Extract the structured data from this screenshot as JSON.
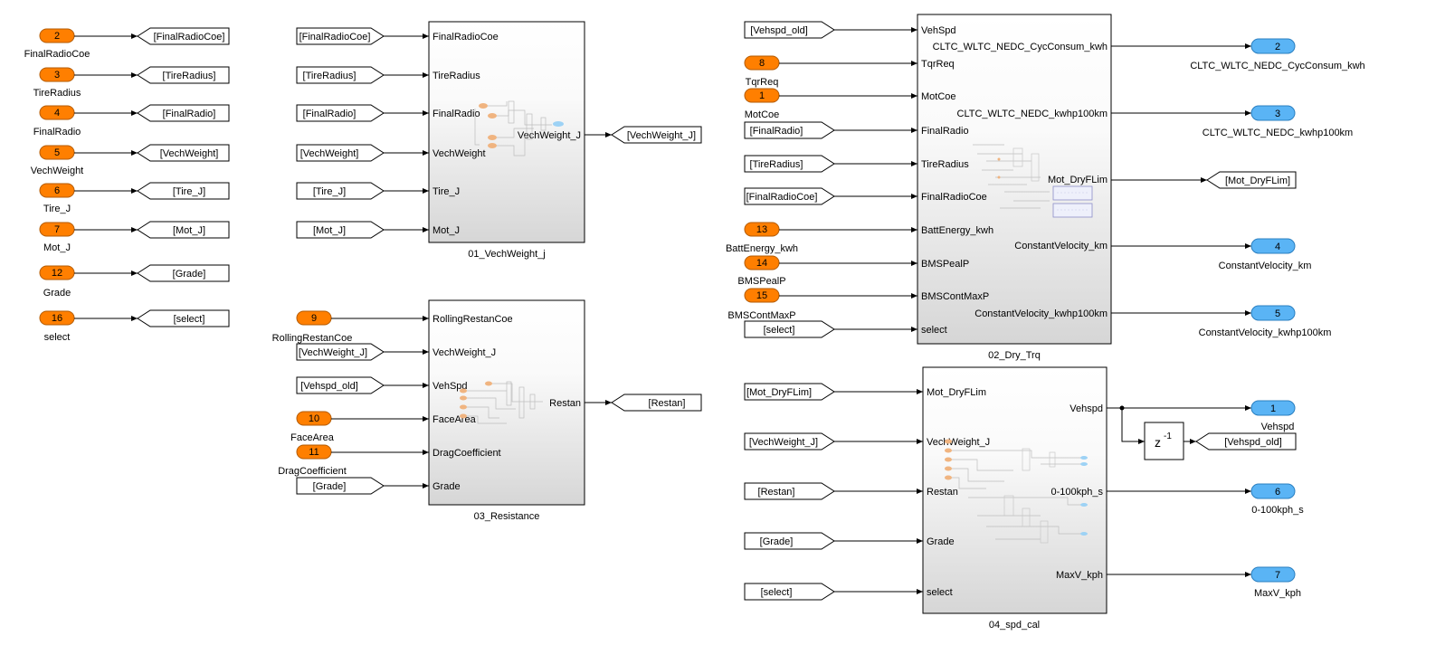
{
  "inports": [
    {
      "num": "2",
      "name": "FinalRadioCoe"
    },
    {
      "num": "3",
      "name": "TireRadius"
    },
    {
      "num": "4",
      "name": "FinalRadio"
    },
    {
      "num": "5",
      "name": "VechWeight"
    },
    {
      "num": "6",
      "name": "Tire_J"
    },
    {
      "num": "7",
      "name": "Mot_J"
    },
    {
      "num": "12",
      "name": "Grade"
    },
    {
      "num": "16",
      "name": "select"
    },
    {
      "num": "9",
      "name": "RollingRestanCoe"
    },
    {
      "num": "10",
      "name": "FaceArea"
    },
    {
      "num": "11",
      "name": "DragCoefficient"
    },
    {
      "num": "8",
      "name": "TqrReq"
    },
    {
      "num": "1",
      "name": "MotCoe"
    },
    {
      "num": "13",
      "name": "BattEnergy_kwh"
    },
    {
      "num": "14",
      "name": "BMSPealP"
    },
    {
      "num": "15",
      "name": "BMSContMaxP"
    }
  ],
  "outports": [
    {
      "num": "2",
      "name": "CLTC_WLTC_NEDC_CycConsum_kwh"
    },
    {
      "num": "3",
      "name": "CLTC_WLTC_NEDC_kwhp100km"
    },
    {
      "num": "4",
      "name": "ConstantVelocity_km"
    },
    {
      "num": "5",
      "name": "ConstantVelocity_kwhp100km"
    },
    {
      "num": "1",
      "name": "Vehspd"
    },
    {
      "num": "6",
      "name": "0-100kph_s"
    },
    {
      "num": "7",
      "name": "MaxV_kph"
    }
  ],
  "goto_tags": [
    "[FinalRadioCoe]",
    "[TireRadius]",
    "[FinalRadio]",
    "[VechWeight]",
    "[Tire_J]",
    "[Mot_J]",
    "[Grade]",
    "[select]",
    "[VechWeight_J]",
    "[Restan]",
    "[Mot_DryFLim]",
    "[Vehspd_old]"
  ],
  "from_tags": [
    "[FinalRadioCoe]",
    "[TireRadius]",
    "[FinalRadio]",
    "[VechWeight]",
    "[Tire_J]",
    "[Mot_J]",
    "[VechWeight_J]",
    "[Vehspd_old]",
    "[Grade]",
    "[Vehspd_old]",
    "[FinalRadio]",
    "[TireRadius]",
    "[FinalRadioCoe]",
    "[select]",
    "[Mot_DryFLim]",
    "[VechWeight_J]",
    "[Restan]",
    "[Grade]",
    "[select]"
  ],
  "subsystems": {
    "vechweight": {
      "name": "01_VechWeight_j",
      "inputs": [
        "FinalRadioCoe",
        "TireRadius",
        "FinalRadio",
        "VechWeight",
        "Tire_J",
        "Mot_J"
      ],
      "outputs": [
        "VechWeight_J"
      ]
    },
    "resistance": {
      "name": "03_Resistance",
      "inputs": [
        "RollingRestanCoe",
        "VechWeight_J",
        "VehSpd",
        "FaceArea",
        "DragCoefficient",
        "Grade"
      ],
      "outputs": [
        "Restan"
      ]
    },
    "drytrq": {
      "name": "02_Dry_Trq",
      "inputs": [
        "VehSpd",
        "TqrReq",
        "MotCoe",
        "FinalRadio",
        "TireRadius",
        "FinalRadioCoe",
        "BattEnergy_kwh",
        "BMSPealP",
        "BMSContMaxP",
        "select"
      ],
      "outputs": [
        "CLTC_WLTC_NEDC_CycConsum_kwh",
        "CLTC_WLTC_NEDC_kwhp100km",
        "Mot_DryFLim",
        "ConstantVelocity_km",
        "ConstantVelocity_kwhp100km"
      ]
    },
    "spdcal": {
      "name": "04_spd_cal",
      "inputs": [
        "Mot_DryFLim",
        "VechWeight_J",
        "Restan",
        "Grade",
        "select"
      ],
      "outputs": [
        "Vehspd",
        "0-100kph_s",
        "MaxV_kph"
      ]
    }
  },
  "unit_delay": {
    "base": "z",
    "exponent": "-1"
  },
  "colors": {
    "inport": "#ff7f00",
    "outport": "#5ab4f5",
    "block_top": "#ffffff",
    "block_bottom": "#d9d9d9"
  }
}
